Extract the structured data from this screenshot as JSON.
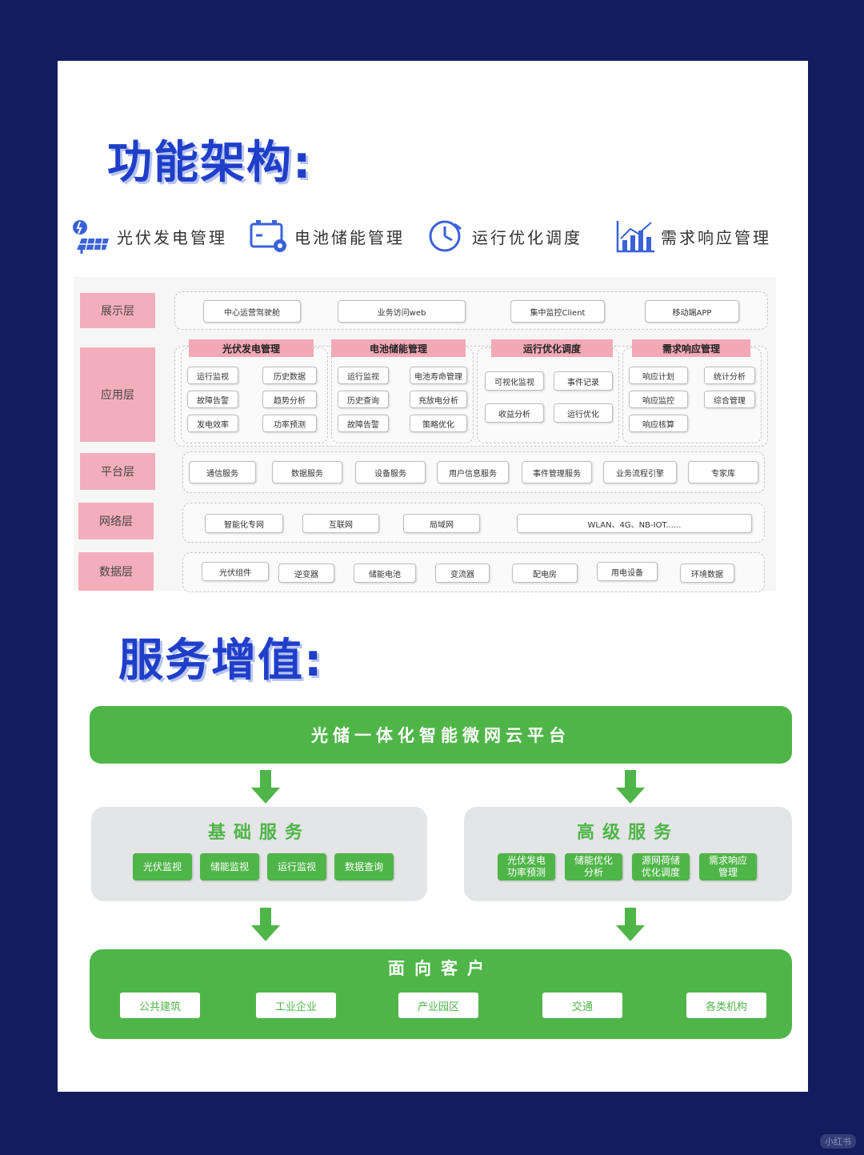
{
  "titles": {
    "function_architecture": "功能架构:",
    "service_value_add": "服务增值:"
  },
  "features": [
    {
      "icon": "solar-panel-icon",
      "label": "光伏发电管理"
    },
    {
      "icon": "battery-storage-icon",
      "label": "电池储能管理"
    },
    {
      "icon": "clock-dispatch-icon",
      "label": "运行优化调度"
    },
    {
      "icon": "demand-chart-icon",
      "label": "需求响应管理"
    }
  ],
  "architecture": {
    "layers": {
      "display": "展示层",
      "application": "应用层",
      "platform": "平台层",
      "network": "网络层",
      "data": "数据层"
    },
    "display_items": [
      "中心运营驾驶舱",
      "业务访问web",
      "集中监控Client",
      "移动端APP"
    ],
    "app_groups": [
      {
        "title": "光伏发电管理",
        "items": [
          "运行监视",
          "历史数据",
          "故障告警",
          "趋势分析",
          "发电效率",
          "功率预测"
        ]
      },
      {
        "title": "电池储能管理",
        "items": [
          "运行监视",
          "电池寿命管理",
          "历史查询",
          "充放电分析",
          "故障告警",
          "策略优化"
        ]
      },
      {
        "title": "运行优化调度",
        "items": [
          "可视化监视",
          "事件记录",
          "收益分析",
          "运行优化"
        ]
      },
      {
        "title": "需求响应管理",
        "items": [
          "响应计划",
          "统计分析",
          "响应监控",
          "综合管理",
          "响应核算"
        ]
      }
    ],
    "platform_items": [
      "通信服务",
      "数据服务",
      "设备服务",
      "用户信息服务",
      "事件管理服务",
      "业务流程引擎",
      "专家库"
    ],
    "network_items": [
      "智能化专网",
      "互联网",
      "局域网",
      "WLAN、4G、NB-IOT......"
    ],
    "data_items": [
      "光伏组件",
      "逆变器",
      "储能电池",
      "变流器",
      "配电房",
      "用电设备",
      "环境数据"
    ]
  },
  "services": {
    "platform": "光储一体化智能微网云平台",
    "basic": {
      "title": "基础服务",
      "items": [
        "光伏监视",
        "储能监视",
        "运行监视",
        "数据查询"
      ]
    },
    "advanced": {
      "title": "高级服务",
      "items": [
        "光伏发电\n功率预测",
        "储能优化\n分析",
        "源网荷储\n优化调度",
        "需求响应\n管理"
      ]
    },
    "customers": {
      "title": "面向客户",
      "items": [
        "公共建筑",
        "工业企业",
        "产业园区",
        "交通",
        "各类机构"
      ]
    }
  },
  "colors": {
    "background": "#121c5e",
    "title_blue": "#1f3fc9",
    "green": "#4fb548",
    "layer_pink": "#f4aebb",
    "panel_gray": "#e3e5e7"
  },
  "watermark": "小红书"
}
